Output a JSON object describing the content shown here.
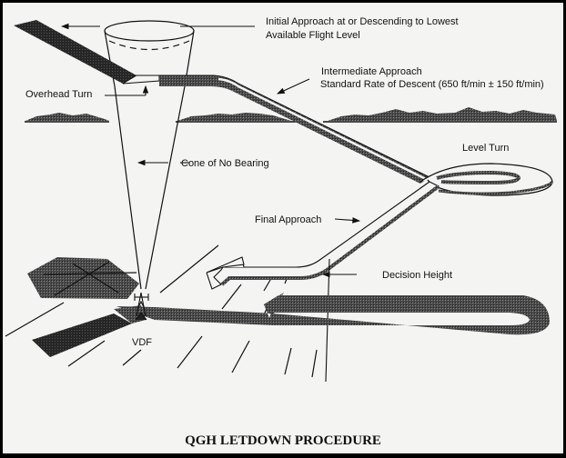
{
  "diagram": {
    "title": "QGH LETDOWN PROCEDURE",
    "labels": {
      "initial_approach_line1": "Initial Approach at or Descending to Lowest",
      "initial_approach_line2": "Available Flight Level",
      "intermediate_approach_line1": "Intermediate Approach",
      "intermediate_approach_line2": "Standard Rate of Descent (650 ft/min ± 150 ft/min)",
      "overhead_turn": "Overhead Turn",
      "cone_of_no_bearing": "Cone of No Bearing",
      "level_turn": "Level Turn",
      "final_approach": "Final Approach",
      "decision_height": "Decision Height",
      "vdf": "VDF"
    },
    "colors": {
      "background": "#f4f4f2",
      "ink": "#111111",
      "track_dark": "#2a2a2a",
      "track_mid": "#555555",
      "terrain": "#3a3a3a",
      "frame": "#000000"
    }
  }
}
